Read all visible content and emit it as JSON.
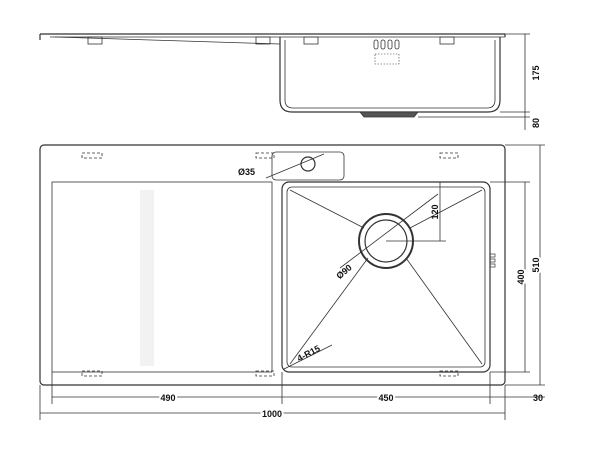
{
  "dimensions": {
    "drainer_width": "490",
    "bowl_width": "450",
    "overall_length": "1000",
    "edge_offset": "30",
    "bowl_depth": "175",
    "drain_depth": "80",
    "bowl_height": "400",
    "overall_width": "510",
    "tap_hole": "Ø35",
    "waste_diameter": "Ø90",
    "waste_offset": "120",
    "corner_radius": "4-R15"
  }
}
